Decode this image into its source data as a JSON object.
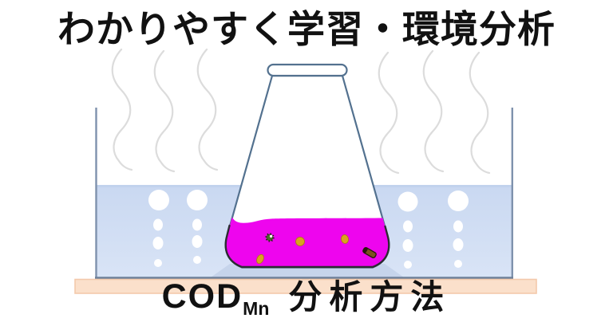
{
  "title": {
    "text": "わかりやすく学習・環境分析"
  },
  "caption": {
    "cod": "COD",
    "subscript": "Mn",
    "method": "分析方法"
  },
  "colors": {
    "text_black": "#111111",
    "flask_outline": "#53718f",
    "liquid_magenta": "#ee05ee",
    "liquid_dark_outline": "#2c2c32",
    "water_blue": "#d9e4f6",
    "water_blue_deep": "#c9d8f1",
    "water_surface": "#c0d1ec",
    "bath_outline": "#7f92ad",
    "bath_bottom": "#6e8099",
    "shadow_blue": "#c2d0e8",
    "steam_gray": "#dcdcdc",
    "bubble_white": "#ffffff",
    "hotplate_fill": "#fbe0cb",
    "hotplate_border": "#f3c9ab",
    "particle_gold": "#d9a41f",
    "particle_gold_edge": "#a87c0e",
    "particle_brown": "#7d5220",
    "particle_brown_dark": "#26180a",
    "microbe_green": "#4d6b2d",
    "microbe_dark": "#141c0a"
  }
}
